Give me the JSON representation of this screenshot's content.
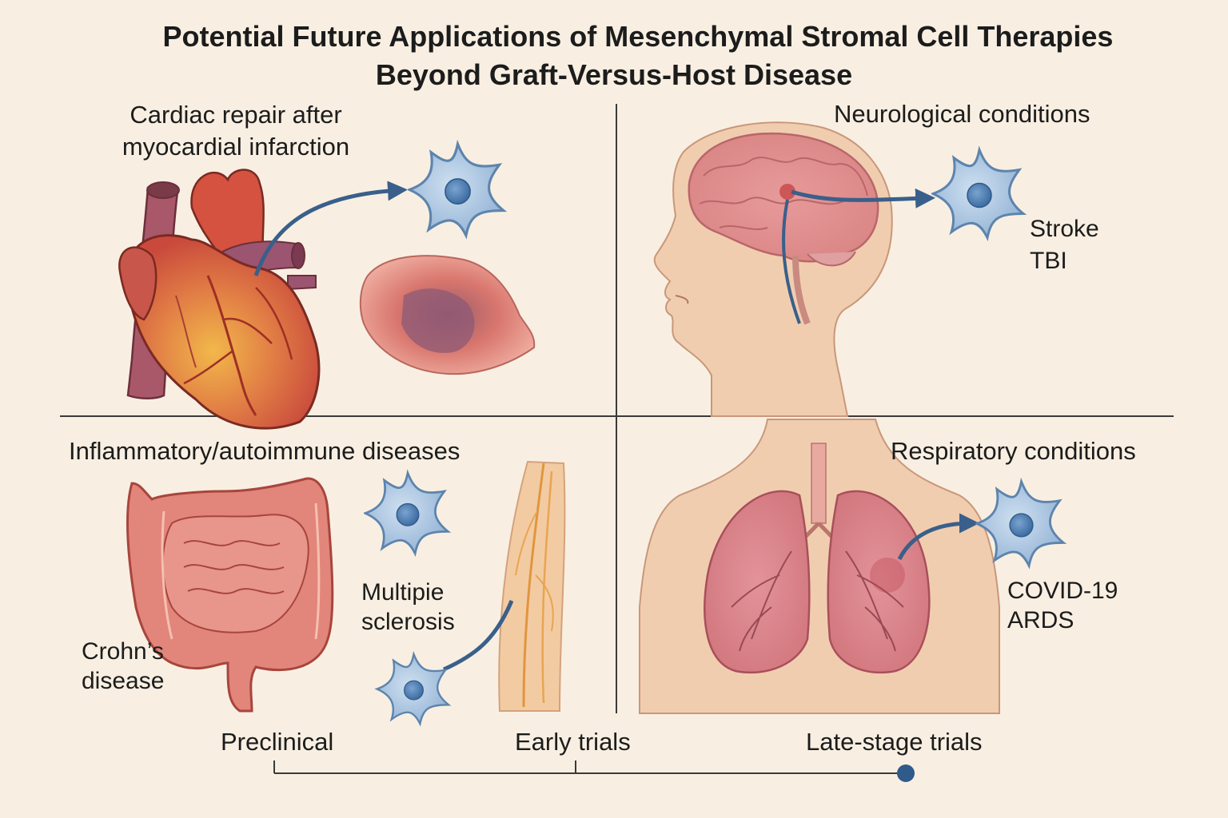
{
  "title": {
    "line1": "Potential Future Applications of Mesenchymal Stromal Cell Therapies",
    "line2": "Beyond Graft-Versus-Host Disease"
  },
  "quadrants": {
    "cardiac": {
      "title_line1": "Cardiac repair after",
      "title_line2": "myocardial infarction"
    },
    "neuro": {
      "title": "Neurological conditions",
      "conditions": [
        "Stroke",
        "TBI"
      ]
    },
    "inflammatory": {
      "title": "Inflammatory/autoimmune diseases",
      "crohns_line1": "Crohn’s",
      "crohns_line2": "disease",
      "ms_line1": "Multipie",
      "ms_line2": "sclerosis"
    },
    "respiratory": {
      "title": "Respiratory conditions",
      "conditions": [
        "COVID-19",
        "ARDS"
      ]
    }
  },
  "timeline": {
    "stages": [
      "Preclinical",
      "Early trials",
      "Late-stage trials"
    ]
  },
  "colors": {
    "background": "#f8efe2",
    "arrow": "#3a5f8a",
    "cell_fill": "#a9c4e0",
    "cell_nucleus": "#4a78ad",
    "tissue_red": "#d9544a",
    "tissue_pink": "#e8a39b"
  }
}
